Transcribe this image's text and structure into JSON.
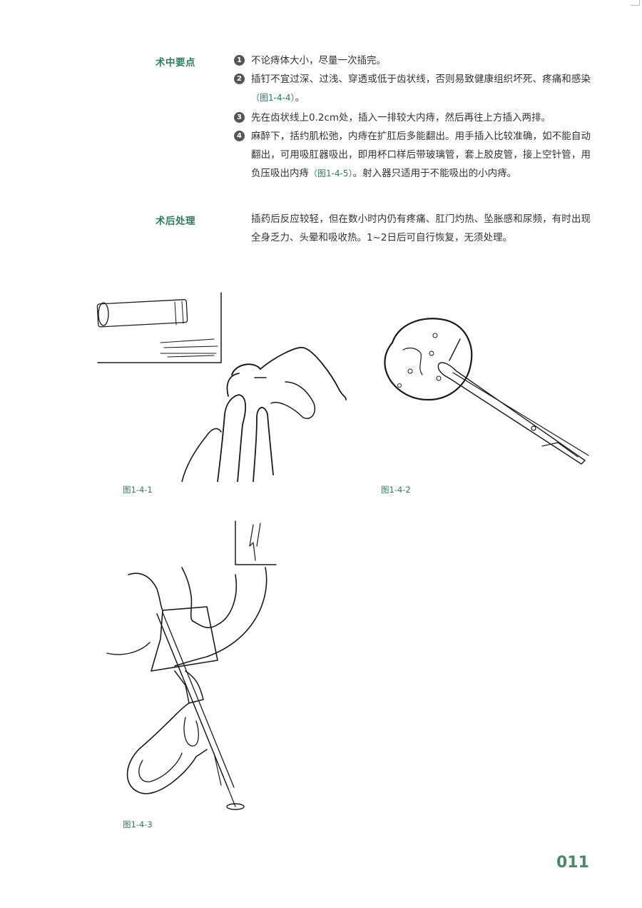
{
  "section_intraop": {
    "label": "术中要点",
    "items": [
      {
        "num": "1",
        "text": "不论痔体大小，尽量一次插完。",
        "ref": "",
        "tail": ""
      },
      {
        "num": "2",
        "text": "插钉不宜过深、过浅、穿透或低于齿状线，否则易致健康组织坏死、疼痛和感染",
        "ref": "（图1-4-4）",
        "tail": "。"
      },
      {
        "num": "3",
        "text": "先在齿状线上0.2cm处，插入一排较大内痔，然后再往上方插入两排。",
        "ref": "",
        "tail": ""
      },
      {
        "num": "4",
        "text": "麻醉下，括约肌松弛，内痔在扩肛后多能翻出。用手插入比较准确，如不能自动翻出，可用吸肛器吸出，即用杯口样后带玻璃管，套上胶皮管，接上空针管，用负压吸出内痔",
        "ref": "（图1-4-5）",
        "tail": "。射入器只适用于不能吸出的小内痔。"
      }
    ]
  },
  "section_postop": {
    "label": "术后处理",
    "text": "插药后反应较轻，但在数小时内仍有疼痛、肛门灼热、坠胀感和尿频，有时出现全身乏力、头晕和吸收热。1~2日后可自行恢复，无须处理。"
  },
  "figures": [
    {
      "id": "fig-1-4-1",
      "caption": "图1-4-1"
    },
    {
      "id": "fig-1-4-2",
      "caption": "图1-4-2"
    },
    {
      "id": "fig-1-4-3",
      "caption": "图1-4-3"
    }
  ],
  "page_number": "011",
  "colors": {
    "accent": "#2e7d5b",
    "page_number": "#4a8a6a",
    "text": "#333333"
  }
}
